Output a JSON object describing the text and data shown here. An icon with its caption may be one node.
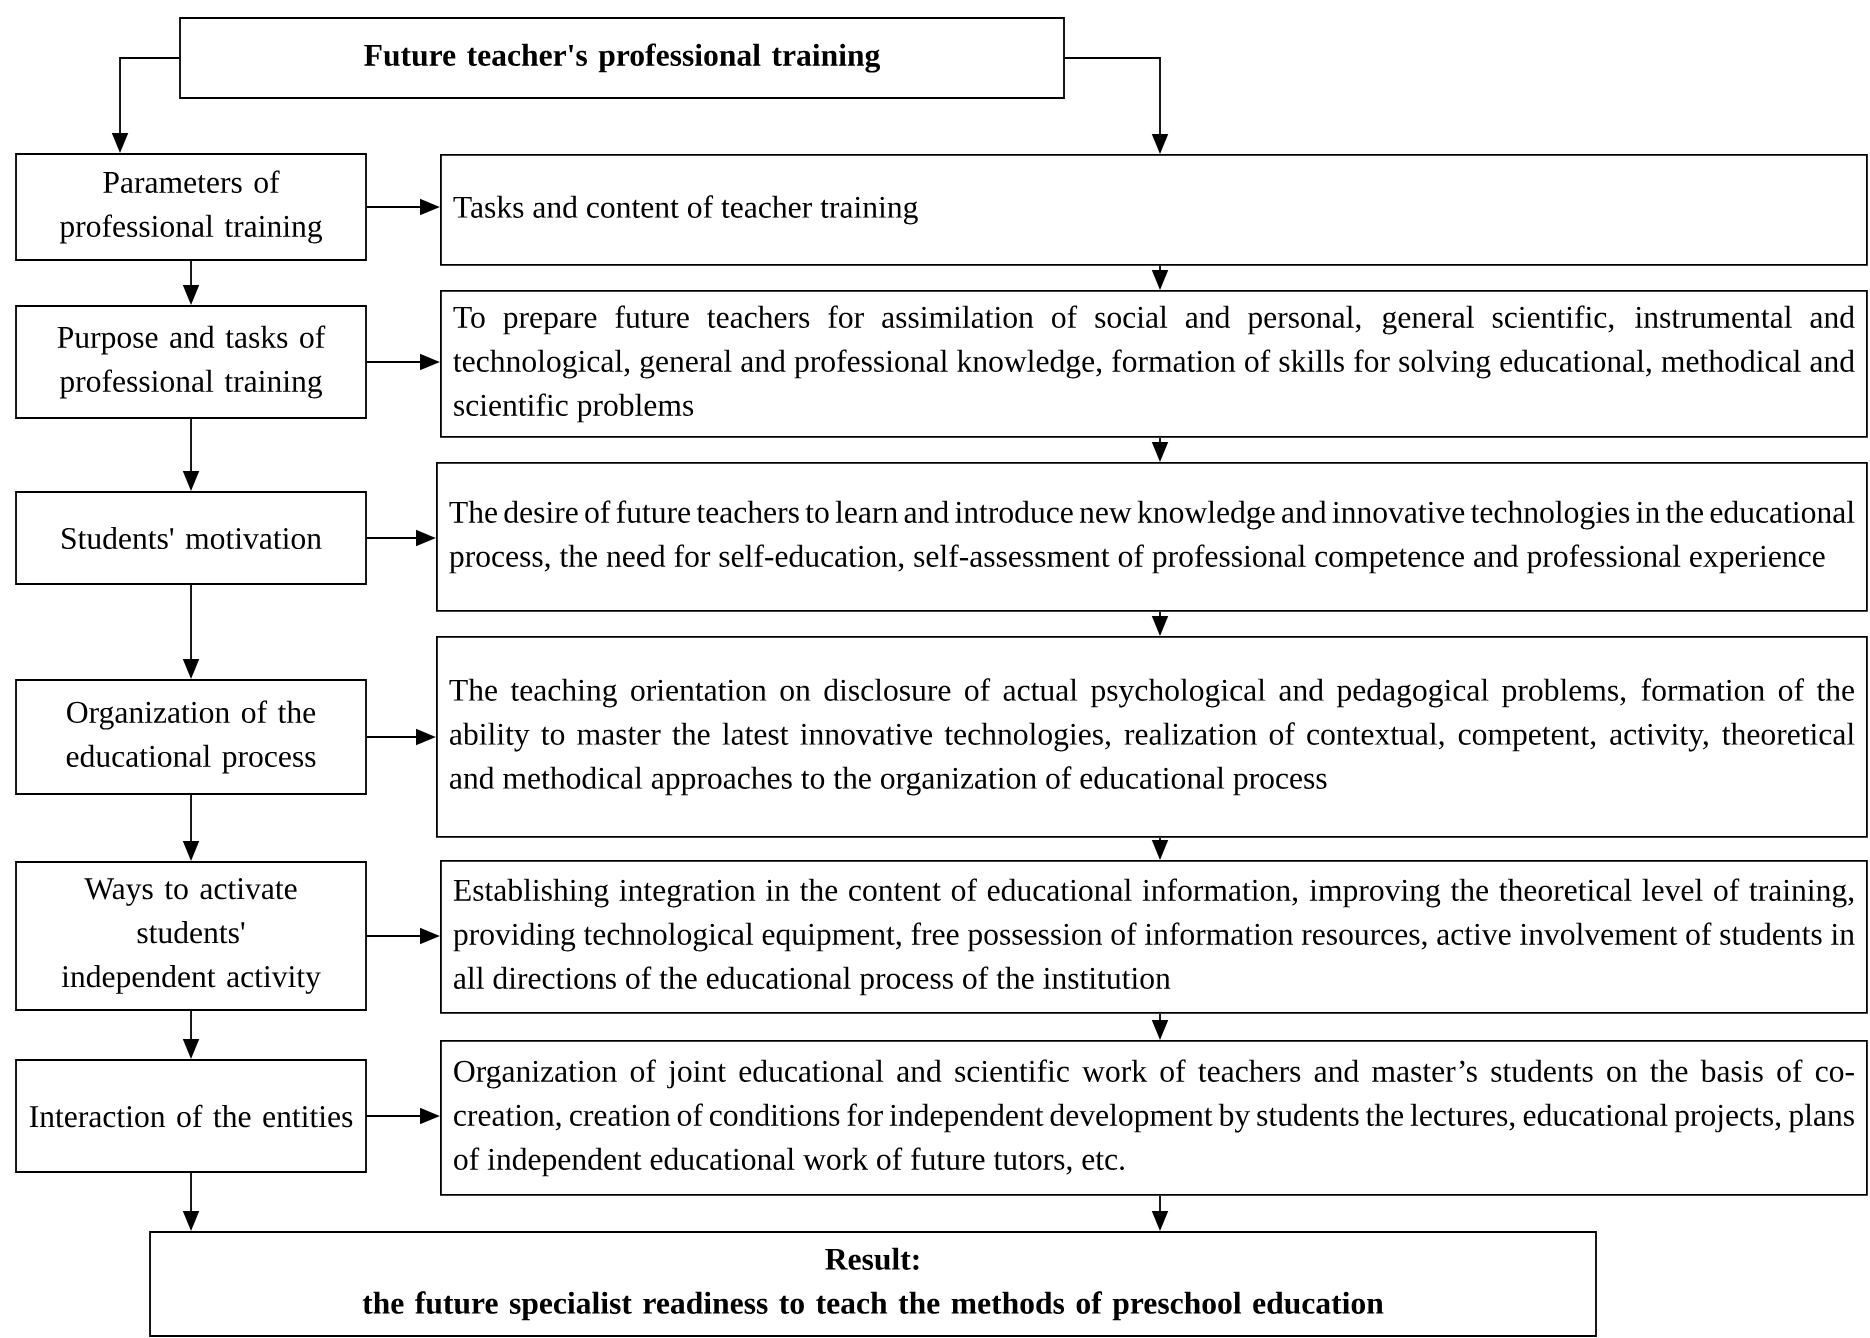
{
  "diagram": {
    "nodes": [
      {
        "text": [
          "Future teacher's professional training"
        ]
      },
      {
        "text": [
          "Parameters of professional training"
        ]
      },
      {
        "text": [
          "Tasks and content of teacher training"
        ]
      },
      {
        "text": [
          "Purpose and tasks of professional training"
        ]
      },
      {
        "text": [
          "To prepare future teachers for assimilation of social and personal, general scientific, instrumental and technological, general and professional knowledge, formation of skills for solving educational, methodical and scientific problems"
        ]
      },
      {
        "text": [
          "Students' motivation"
        ]
      },
      {
        "text": [
          "The desire of future teachers to learn and introduce new knowledge and innovative technologies in the educational process, the need for self-education, self-assessment of professional competence and professional experience"
        ]
      },
      {
        "text": [
          "Organization of the educational process"
        ]
      },
      {
        "text": [
          "The teaching orientation on disclosure of actual psychological and pedagogical problems, formation of the ability to master the latest innovative technologies, realization of contextual, competent, activity, theoretical and methodical approaches to the organization of educational process"
        ]
      },
      {
        "text": [
          "Ways to activate students' independent activity"
        ]
      },
      {
        "text": [
          "Establishing integration in the content of educational information, improving the theoretical level of training, providing technological equipment, free possession of information resources, active involvement of students in all directions of the educational process of the institution"
        ]
      },
      {
        "text": [
          "Interaction of the entities"
        ]
      },
      {
        "text": [
          "Organization of joint educational and scientific work of teachers and master’s students on the basis of co-creation, creation of conditions for independent development by students the lectures, educational projects, plans of independent educational work of future tutors, etc."
        ]
      },
      {
        "text": [
          "Result:",
          "the future specialist readiness to teach the methods of preschool education"
        ]
      }
    ],
    "edges": [
      {
        "from": 0,
        "to": 1,
        "arrow": "to"
      },
      {
        "from": 0,
        "to": 2,
        "arrow": "to"
      },
      {
        "from": 1,
        "to": 2,
        "arrow": "to"
      },
      {
        "from": 1,
        "to": 3,
        "arrow": "to"
      },
      {
        "from": 2,
        "to": 4,
        "arrow": "to"
      },
      {
        "from": 3,
        "to": 4,
        "arrow": "to"
      },
      {
        "from": 3,
        "to": 5,
        "arrow": "to"
      },
      {
        "from": 4,
        "to": 6,
        "arrow": "to"
      },
      {
        "from": 5,
        "to": 6,
        "arrow": "to"
      },
      {
        "from": 5,
        "to": 7,
        "arrow": "to"
      },
      {
        "from": 6,
        "to": 8,
        "arrow": "to"
      },
      {
        "from": 7,
        "to": 8,
        "arrow": "to"
      },
      {
        "from": 7,
        "to": 9,
        "arrow": "to"
      },
      {
        "from": 8,
        "to": 10,
        "arrow": "to"
      },
      {
        "from": 9,
        "to": 10,
        "arrow": "to"
      },
      {
        "from": 9,
        "to": 11,
        "arrow": "to"
      },
      {
        "from": 10,
        "to": 12,
        "arrow": "to"
      },
      {
        "from": 11,
        "to": 12,
        "arrow": "to"
      },
      {
        "from": 11,
        "to": 13,
        "arrow": "to"
      },
      {
        "from": 12,
        "to": 13,
        "arrow": "to"
      }
    ]
  }
}
